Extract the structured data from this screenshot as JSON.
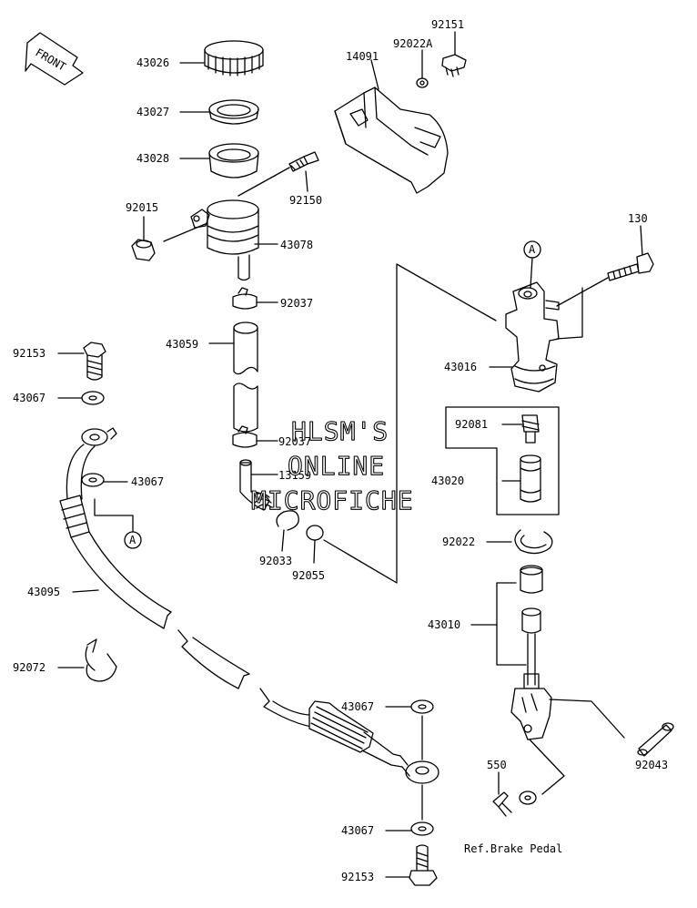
{
  "front_label": "FRONT",
  "watermark": {
    "line1": "HLSM'S",
    "line2": "ONLINE",
    "line3": "MICROFICHE"
  },
  "ref_label": "Ref.Brake Pedal",
  "callout_a": "A",
  "parts": [
    {
      "id": "p43026",
      "num": "43026",
      "name": "reservoir-cap"
    },
    {
      "id": "p43027",
      "num": "43027",
      "name": "plate"
    },
    {
      "id": "p43028",
      "num": "43028",
      "name": "diaphragm"
    },
    {
      "id": "p92150",
      "num": "92150",
      "name": "bolt"
    },
    {
      "id": "p92015",
      "num": "92015",
      "name": "nut"
    },
    {
      "id": "p43078",
      "num": "43078",
      "name": "reservoir"
    },
    {
      "id": "p92037",
      "num": "92037",
      "name": "clamp"
    },
    {
      "id": "p43059",
      "num": "43059",
      "name": "hose"
    },
    {
      "id": "p92037b",
      "num": "92037",
      "name": "clamp"
    },
    {
      "id": "p13159",
      "num": "13159",
      "name": "fitting"
    },
    {
      "id": "p92033",
      "num": "92033",
      "name": "circlip"
    },
    {
      "id": "p92055",
      "num": "92055",
      "name": "o-ring"
    },
    {
      "id": "p14091",
      "num": "14091",
      "name": "cover"
    },
    {
      "id": "p92022A",
      "num": "92022A",
      "name": "washer"
    },
    {
      "id": "p92151",
      "num": "92151",
      "name": "bolt"
    },
    {
      "id": "p130",
      "num": "130",
      "name": "bolt"
    },
    {
      "id": "p43016",
      "num": "43016",
      "name": "master-cylinder"
    },
    {
      "id": "p92081",
      "num": "92081",
      "name": "spring"
    },
    {
      "id": "p43020",
      "num": "43020",
      "name": "piston-assy"
    },
    {
      "id": "p92022",
      "num": "92022",
      "name": "circlip"
    },
    {
      "id": "p43010",
      "num": "43010",
      "name": "push-rod-assy"
    },
    {
      "id": "p92043",
      "num": "92043",
      "name": "pin"
    },
    {
      "id": "p550",
      "num": "550",
      "name": "cotter-pin"
    },
    {
      "id": "p92153",
      "num": "92153",
      "name": "banjo-bolt"
    },
    {
      "id": "p43067",
      "num": "43067",
      "name": "gasket"
    },
    {
      "id": "p43067b",
      "num": "43067",
      "name": "gasket"
    },
    {
      "id": "p43095",
      "num": "43095",
      "name": "brake-hose"
    },
    {
      "id": "p92072",
      "num": "92072",
      "name": "band"
    },
    {
      "id": "p43067c",
      "num": "43067",
      "name": "gasket"
    },
    {
      "id": "p43067d",
      "num": "43067",
      "name": "gasket"
    },
    {
      "id": "p92153b",
      "num": "92153",
      "name": "banjo-bolt"
    }
  ]
}
